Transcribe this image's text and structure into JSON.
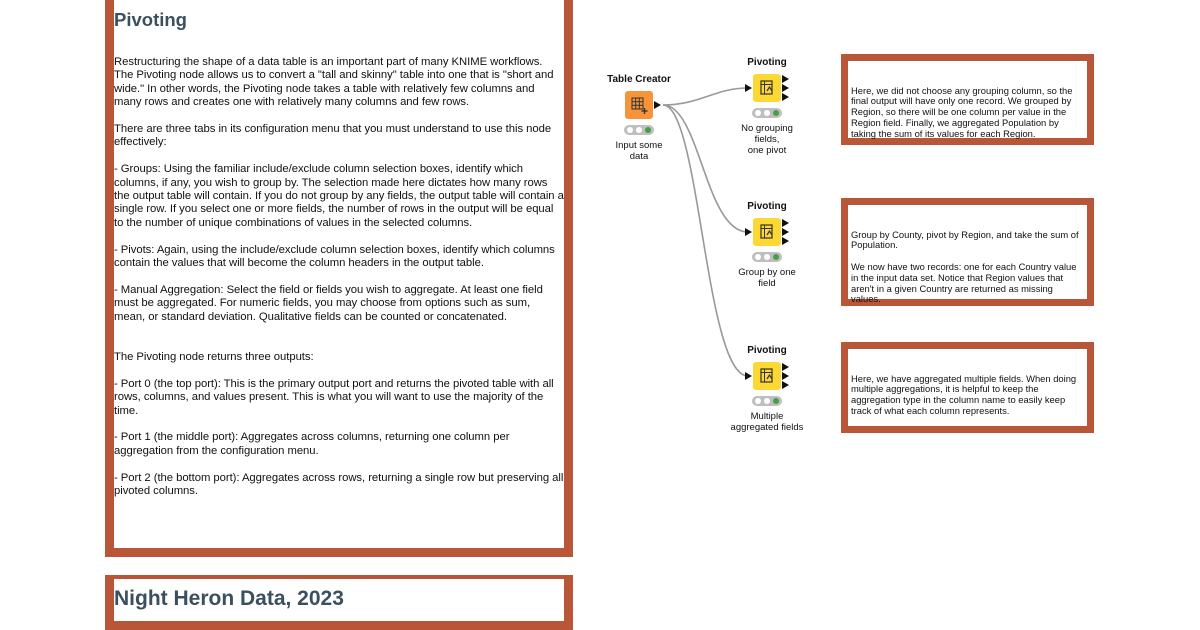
{
  "colors": {
    "annotation_border": "#b85637",
    "title_color": "#3a4f5f",
    "table_creator_fill": "#f7943a",
    "pivoting_fill": "#fdd835",
    "status_light_green": "#43a047"
  },
  "main_annotation": {
    "title": "Pivoting",
    "body": "Restructuring the shape of a data table is an important part of many KNIME workflows. The Pivoting node allows us to convert a \"tall and skinny\" table into one that is \"short and wide.\" In other words, the Pivoting node takes a table with relatively few columns and many rows and creates one with relatively many columns and few rows.\n\nThere are three tabs in its configuration menu that you must understand to use this node effectively:\n\n- Groups: Using the familiar include/exclude column selection boxes, identify which columns, if any, you wish to group by. The selection made here dictates how many rows the output table will contain. If you do not group by any fields, the output table will contain a single row. If you select one or more fields, the number of rows in the output will be equal to the number of unique combinations of values in the selected columns.\n\n- Pivots: Again, using the include/exclude column selection boxes, identify which columns contain the values that will become the column headers in the output table.\n\n- Manual Aggregation: Select the field or fields you wish to aggregate. At least one field must be aggregated. For numeric fields, you may choose from options such as sum, mean, or standard deviation. Qualitative fields can be counted or concatenated.\n\n\nThe Pivoting node returns three outputs:\n\n- Port 0 (the top port): This is the primary output port and returns the pivoted table with all rows, columns, and values present. This is what you will want to use the majority of the time.\n\n- Port 1 (the middle port): Aggregates across columns, returning one column per aggregation from the configuration menu.\n\n- Port 2 (the bottom port): Aggregates across rows, returning a single row but preserving all pivoted columns."
  },
  "footer_annotation": {
    "title": "Night Heron Data, 2023"
  },
  "nodes": {
    "table_creator": {
      "name": "Table Creator",
      "label": "Input some\ndata",
      "icon": "table-grid-plus-icon"
    },
    "pivot_1": {
      "name": "Pivoting",
      "label": "No grouping\nfields,\none pivot",
      "icon": "pivot-icon"
    },
    "pivot_2": {
      "name": "Pivoting",
      "label": "Group by one\nfield",
      "icon": "pivot-icon"
    },
    "pivot_3": {
      "name": "Pivoting",
      "label": "Multiple\naggregated fields",
      "icon": "pivot-icon"
    }
  },
  "notes": {
    "note_1": "Here, we did not choose any grouping column, so the final output will have only one record. We grouped by Region, so there will be one column per value in the Region field. Finally, we aggregated Population by taking the sum of its values for each Region.",
    "note_2": "Group by County, pivot by Region, and take the sum of Population.\n\nWe now have two records: one for each Country value in the input data set. Notice that Region values that aren't in a given Country are returned as missing values.",
    "note_3": "Here, we have aggregated multiple fields. When doing multiple aggregations, it is helpful to keep the aggregation type in the column name to easily keep track of what each column represents."
  }
}
